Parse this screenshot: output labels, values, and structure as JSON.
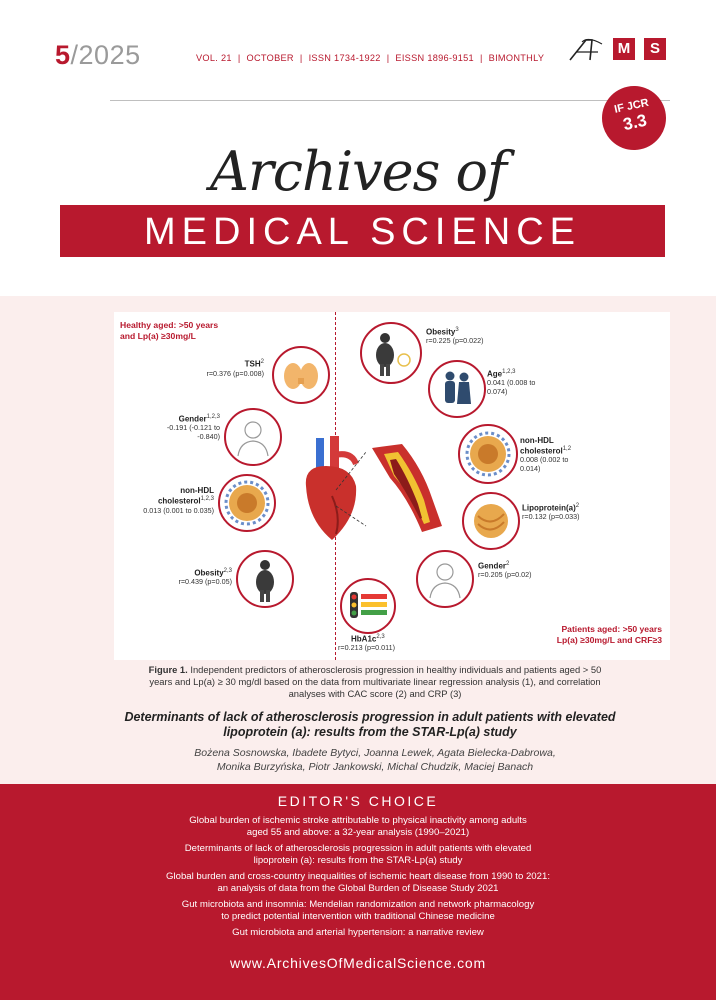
{
  "header": {
    "issue_number": "5",
    "issue_year": "/2025",
    "volume": "VOL. 21",
    "month": "OCTOBER",
    "issn": "ISSN 1734-1922",
    "eissn": "EISSN 1896-9151",
    "frequency": "BIMONTHLY",
    "sep": "|"
  },
  "badge": {
    "line1": "IF JCR",
    "line2": "3.3"
  },
  "publisher_logo": {
    "m": "M",
    "s": "S",
    "letters": "AMS"
  },
  "journal": {
    "title_script": "Archives of",
    "title_band": "MEDICAL SCIENCE"
  },
  "figure": {
    "left_group": "Healthy aged: >50 years\nand Lp(a) ≥30mg/L",
    "right_group": "Patients aged: >50 years\nLp(a) ≥30mg/L and CRF≥3",
    "tsh_name": "TSH",
    "tsh_sup": "2",
    "tsh_val": "r=0.376 (p=0.008)",
    "gender_l_name": "Gender",
    "gender_l_sup": "1,2,3",
    "gender_l_val": "-0.191 (-0.121 to\n-0.840)",
    "nonhdl_l_name": "non-HDL\ncholesterol",
    "nonhdl_l_sup": "1,2,3",
    "nonhdl_l_val": "0.013 (0.001 to 0.035)",
    "obesity_l_name": "Obesity",
    "obesity_l_sup": "2,3",
    "obesity_l_val": "r=0.439 (p=0.05)",
    "obesity_r_name": "Obesity",
    "obesity_r_sup": "3",
    "obesity_r_val": "r=0.225 (p=0.022)",
    "age_name": "Age",
    "age_sup": "1,2,3",
    "age_val": "0.041 (0.008 to\n0.074)",
    "nonhdl_r_name": "non-HDL\ncholesterol",
    "nonhdl_r_sup": "1,2",
    "nonhdl_r_val": "0.008 (0.002 to\n0.014)",
    "lpa_name": "Lipoprotein(a)",
    "lpa_sup": "2",
    "lpa_val": "r=0.132 (p=0.033)",
    "gender_r_name": "Gender",
    "gender_r_sup": "2",
    "gender_r_val": "r=0.205 (p=0.02)",
    "hba1c_name": "HbA1c",
    "hba1c_sup": "2,3",
    "hba1c_val": "r=0.213 (p=0.011)"
  },
  "caption": {
    "label": "Figure 1.",
    "text": "Independent predictors of atherosclerosis progression in healthy individuals and patients aged > 50 years and Lp(a) ≥ 30 mg/dl based on the data from multivariate linear regression analysis (1), and correlation analyses with CAC score (2) and CRP (3)"
  },
  "article": {
    "title": "Determinants of lack of atherosclerosis progression in adult patients with elevated lipoprotein (a): results from the STAR-Lp(a) study",
    "authors": "Bożena Sosnowska, Ibadete Bytyci, Joanna Lewek, Agata Bielecka-Dabrowa,\nMonika Burzyńska, Piotr Jankowski, Michal Chudzik, Maciej Banach"
  },
  "editors_choice": {
    "heading": "EDITOR'S CHOICE",
    "items": [
      "Global burden of ischemic stroke attributable to physical inactivity among adults\naged 55 and above: a 32-year analysis (1990–2021)",
      "Determinants of lack of atherosclerosis progression in adult patients with elevated\nlipoprotein (a): results from the STAR-Lp(a) study",
      "Global burden and cross-country inequalities of ischemic heart disease from 1990 to 2021:\nan analysis of data from the Global Burden of Disease Study 2021",
      "Gut microbiota and insomnia: Mendelian randomization and network pharmacology\nto predict potential intervention with traditional Chinese medicine",
      "Gut microbiota and arterial hypertension: a narrative review"
    ]
  },
  "website": "www.ArchivesOfMedicalScience.com",
  "colors": {
    "brand": "#b8192e",
    "panel": "#fbeeed"
  }
}
